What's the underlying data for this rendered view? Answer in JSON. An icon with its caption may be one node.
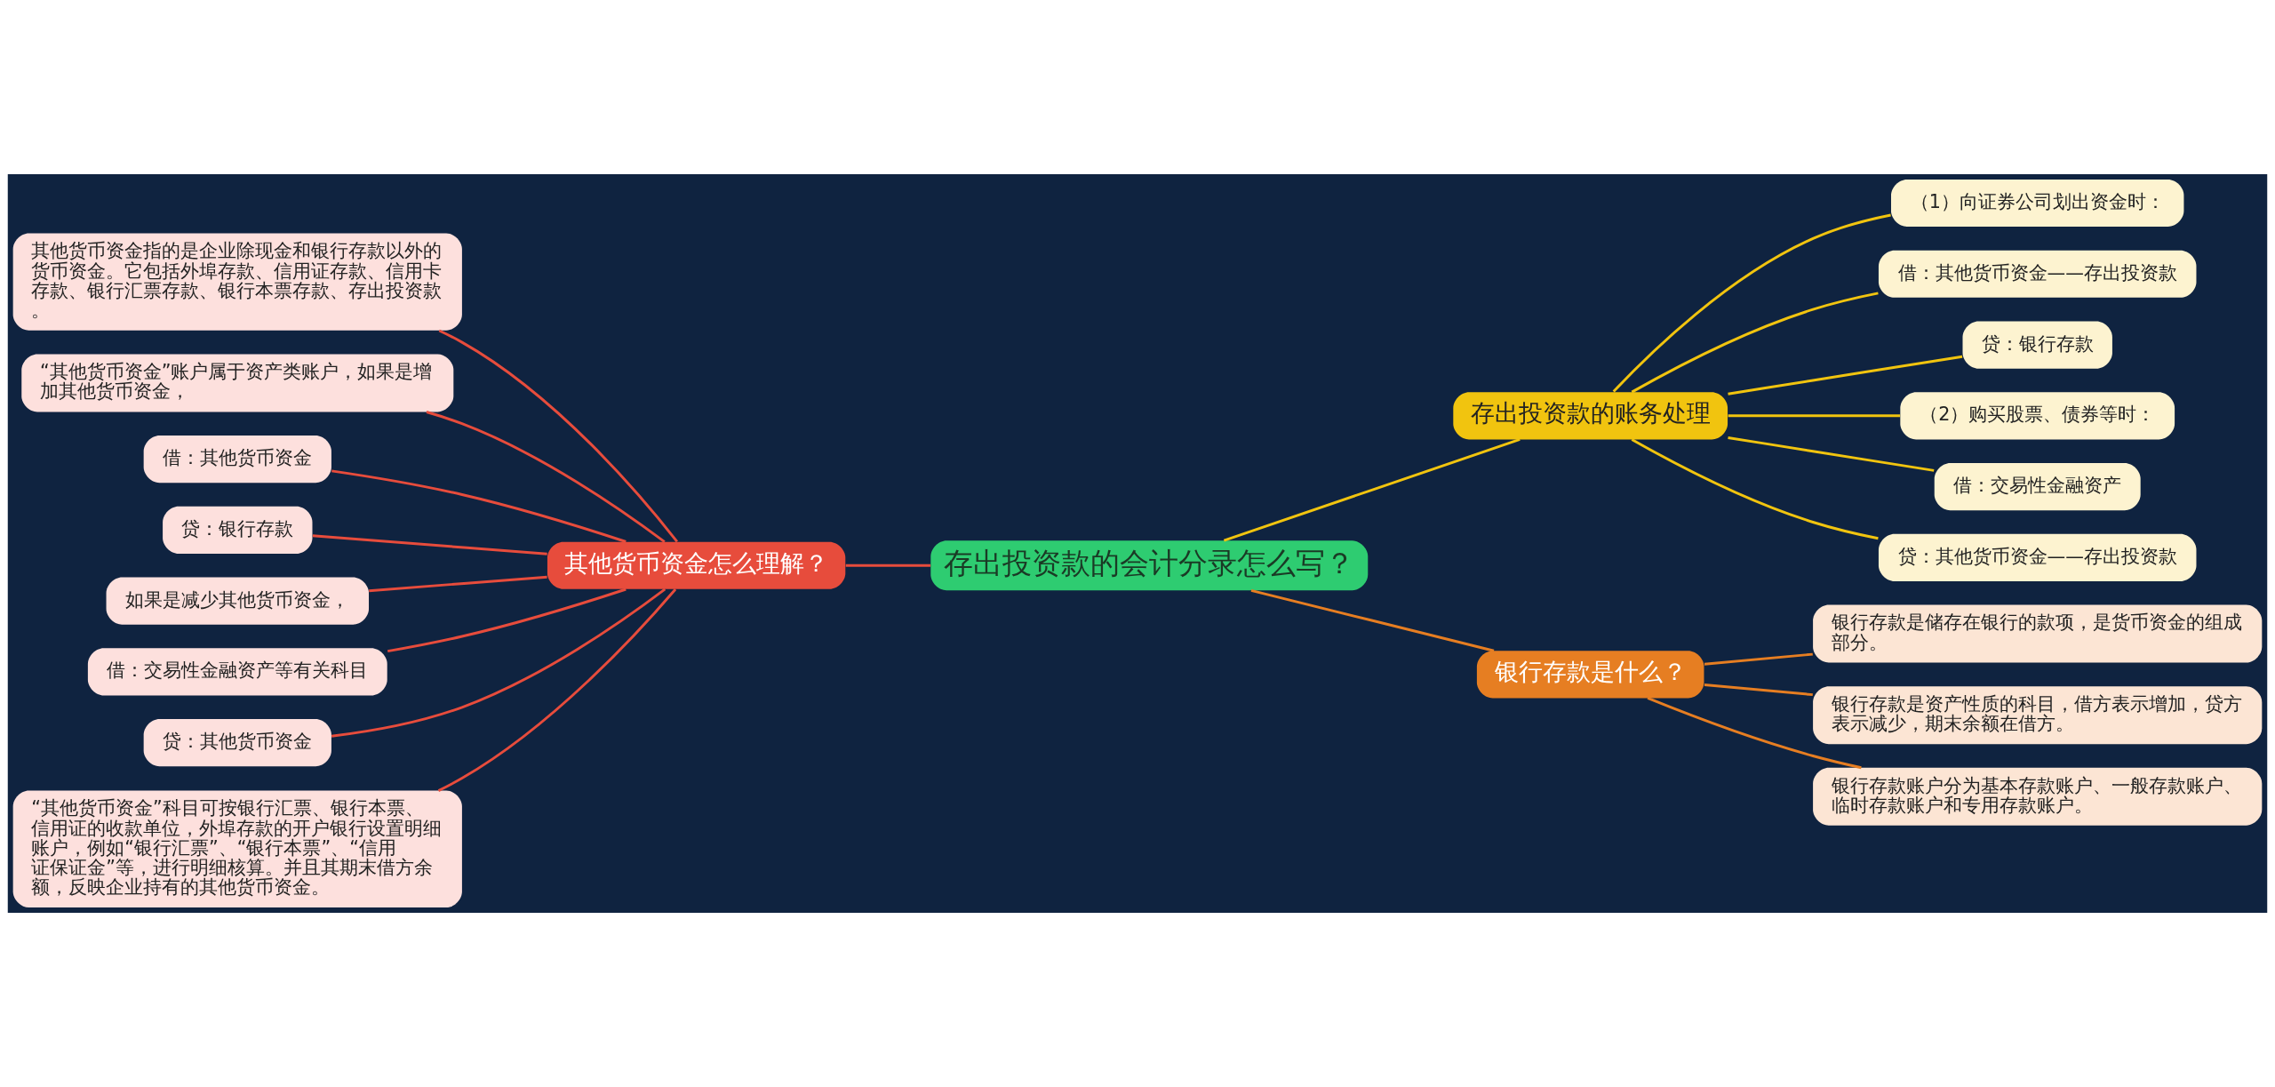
{
  "diagram": {
    "nodes": [
      {
        "text": [
          "存出投资款的会计分录怎么写？"
        ]
      },
      {
        "text": [
          "存出投资款的账务处理"
        ]
      },
      {
        "text": [
          "（1）向证券公司划出资金时："
        ]
      },
      {
        "text": [
          "借：其他货币资金——存出投资款"
        ]
      },
      {
        "text": [
          "贷：银行存款"
        ]
      },
      {
        "text": [
          "（2）购买股票、债券等时："
        ]
      },
      {
        "text": [
          "借：交易性金融资产"
        ]
      },
      {
        "text": [
          "贷：其他货币资金——存出投资款"
        ]
      },
      {
        "text": [
          "银行存款是什么？"
        ]
      },
      {
        "text": [
          "银行存款是储存在银行的款项，是货币资金的组成部分。"
        ]
      },
      {
        "text": [
          "银行存款是资产性质的科目，借方表示增加，贷方表示减少，期末余额在借方。"
        ]
      },
      {
        "text": [
          "银行存款账户分为基本存款账户、一般存款账户、临时存款账户和专用存款账户。"
        ]
      },
      {
        "text": [
          "其他货币资金怎么理解？"
        ]
      },
      {
        "text": [
          "其他货币资金指的是企业除现金和银行存款以外的货币资金。它包括外埠存款、信用证存款、信用卡存款、银行汇票存款、银行本票存款、存出投资款。"
        ]
      },
      {
        "text": [
          "“其他货币资金”账户属于资产类账户，如果是增加其他货币资金，"
        ]
      },
      {
        "text": [
          "借：其他货币资金"
        ]
      },
      {
        "text": [
          "贷：银行存款"
        ]
      },
      {
        "text": [
          "如果是减少其他货币资金，"
        ]
      },
      {
        "text": [
          "借：交易性金融资产等有关科目"
        ]
      },
      {
        "text": [
          "贷：其他货币资金"
        ]
      },
      {
        "text": [
          "“其他货币资金”科目可按银行汇票、银行本票、信用证的收款单位，外埠存款的开户银行设置明细账户，例如“银行汇票”、“银行本票”、“信用证保证金”等，进行明细核算。并且其期末借方余额，反映企业持有的其他货币资金。"
        ]
      }
    ],
    "edges": [
      {
        "from": 0,
        "to": 1,
        "arrow": "none",
        "color": "#f1c40f"
      },
      {
        "from": 1,
        "to": 2,
        "arrow": "none",
        "color": "#f1c40f"
      },
      {
        "from": 1,
        "to": 3,
        "arrow": "none",
        "color": "#f1c40f"
      },
      {
        "from": 1,
        "to": 4,
        "arrow": "none",
        "color": "#f1c40f"
      },
      {
        "from": 1,
        "to": 5,
        "arrow": "none",
        "color": "#f1c40f"
      },
      {
        "from": 1,
        "to": 6,
        "arrow": "none",
        "color": "#f1c40f"
      },
      {
        "from": 1,
        "to": 7,
        "arrow": "none",
        "color": "#f1c40f"
      },
      {
        "from": 0,
        "to": 8,
        "arrow": "none",
        "color": "#e67e22"
      },
      {
        "from": 8,
        "to": 9,
        "arrow": "none",
        "color": "#e67e22"
      },
      {
        "from": 8,
        "to": 10,
        "arrow": "none",
        "color": "#e67e22"
      },
      {
        "from": 8,
        "to": 11,
        "arrow": "none",
        "color": "#e67e22"
      },
      {
        "from": 12,
        "to": 0,
        "arrow": "none",
        "color": "#e74c3c"
      },
      {
        "from": 13,
        "to": 12,
        "arrow": "none",
        "color": "#e74c3c"
      },
      {
        "from": 14,
        "to": 12,
        "arrow": "none",
        "color": "#e74c3c"
      },
      {
        "from": 15,
        "to": 12,
        "arrow": "none",
        "color": "#e74c3c"
      },
      {
        "from": 16,
        "to": 12,
        "arrow": "none",
        "color": "#e74c3c"
      },
      {
        "from": 17,
        "to": 12,
        "arrow": "none",
        "color": "#e74c3c"
      },
      {
        "from": 18,
        "to": 12,
        "arrow": "none",
        "color": "#e74c3c"
      },
      {
        "from": 19,
        "to": 12,
        "arrow": "none",
        "color": "#e74c3c"
      },
      {
        "from": 20,
        "to": 12,
        "arrow": "none",
        "color": "#e74c3c"
      }
    ]
  }
}
